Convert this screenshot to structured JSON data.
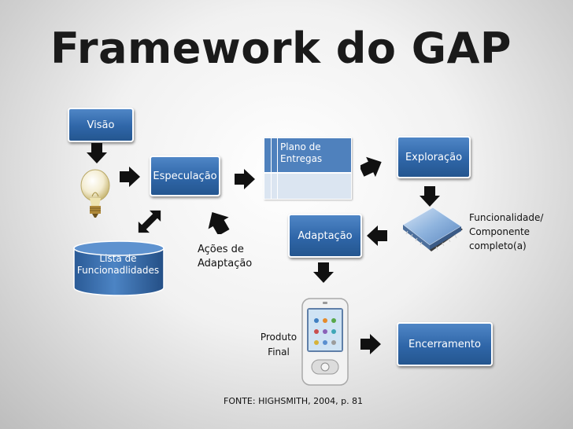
{
  "title": "Framework do GAP",
  "nodes": {
    "visao": "Visão",
    "especulacao": "Especulação",
    "plano_line1": "Plano de",
    "plano_line2": "Entregas",
    "exploracao": "Exploração",
    "adaptacao": "Adaptação",
    "encerramento": "Encerramento",
    "lista_line1": "Lista de",
    "lista_line2": "Funcionadlidades"
  },
  "labels": {
    "acoes_line1": "Ações de",
    "acoes_line2": "Adaptação",
    "func_line1": "Funcionalidade/",
    "func_line2": "Componente",
    "func_line3": "completo(a)",
    "produto_line1": "Produto",
    "produto_line2": "Final"
  },
  "source": "FONTE: HIGHSMITH, 2004, p. 81",
  "colors": {
    "box": "#2f66a8",
    "arrow": "#111111"
  }
}
